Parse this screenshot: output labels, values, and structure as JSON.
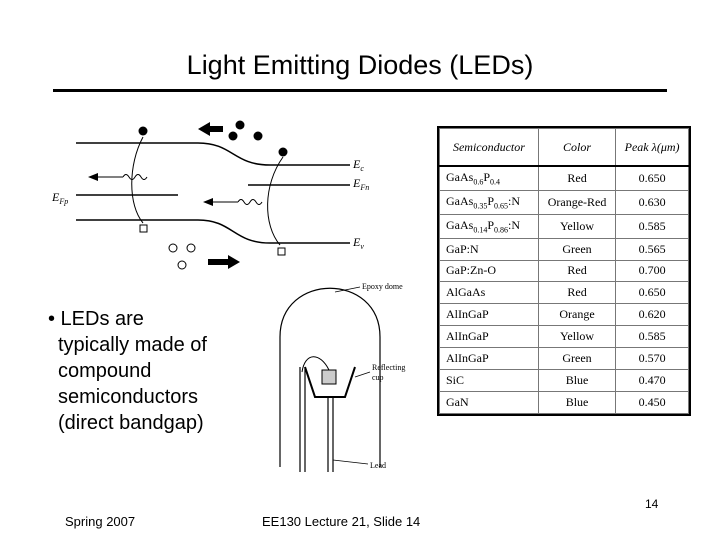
{
  "slide": {
    "title": "Light Emitting Diodes (LEDs)",
    "bullet_lines": [
      "• LEDs are",
      "typically made of",
      "compound",
      "semiconductors",
      "(direct bandgap)"
    ],
    "page_number": "14",
    "footer_left": "Spring 2007",
    "footer_center": "EE130 Lecture 21, Slide 14"
  },
  "band_diagram": {
    "labels": {
      "ec": "E",
      "ec_sub": "c",
      "efn": "E",
      "efn_sub": "Fn",
      "efp": "E",
      "efp_sub": "Fp",
      "ev": "E",
      "ev_sub": "v"
    }
  },
  "led_diagram": {
    "labels": {
      "dome": "Epoxy dome",
      "cup_line1": "Reflecting",
      "cup_line2": "cup",
      "lead": "Lead"
    }
  },
  "table": {
    "headers": [
      "Semiconductor",
      "Color",
      "Peak λ(μm)"
    ],
    "rows": [
      {
        "sc_main": "GaAs",
        "sc_parts": [
          [
            "Ga",
            ""
          ],
          [
            "As",
            "0.6"
          ],
          [
            "P",
            "0.4"
          ]
        ],
        "color": "Red",
        "peak": "0.650"
      },
      {
        "sc_parts": [
          [
            "Ga",
            ""
          ],
          [
            "As",
            "0.35"
          ],
          [
            "P",
            "0.65"
          ],
          [
            ":N",
            ""
          ]
        ],
        "color": "Orange-Red",
        "peak": "0.630"
      },
      {
        "sc_parts": [
          [
            "Ga",
            ""
          ],
          [
            "As",
            "0.14"
          ],
          [
            "P",
            "0.86"
          ],
          [
            ":N",
            ""
          ]
        ],
        "color": "Yellow",
        "peak": "0.585"
      },
      {
        "sc_parts": [
          [
            "GaP:N",
            ""
          ]
        ],
        "color": "Green",
        "peak": "0.565"
      },
      {
        "sc_parts": [
          [
            "GaP:Zn-O",
            ""
          ]
        ],
        "color": "Red",
        "peak": "0.700"
      },
      {
        "sc_parts": [
          [
            "AlGaAs",
            ""
          ]
        ],
        "color": "Red",
        "peak": "0.650"
      },
      {
        "sc_parts": [
          [
            "AlInGaP",
            ""
          ]
        ],
        "color": "Orange",
        "peak": "0.620"
      },
      {
        "sc_parts": [
          [
            "AlInGaP",
            ""
          ]
        ],
        "color": "Yellow",
        "peak": "0.585"
      },
      {
        "sc_parts": [
          [
            "AlInGaP",
            ""
          ]
        ],
        "color": "Green",
        "peak": "0.570"
      },
      {
        "sc_parts": [
          [
            "SiC",
            ""
          ]
        ],
        "color": "Blue",
        "peak": "0.470"
      },
      {
        "sc_parts": [
          [
            "GaN",
            ""
          ]
        ],
        "color": "Blue",
        "peak": "0.450"
      }
    ]
  }
}
